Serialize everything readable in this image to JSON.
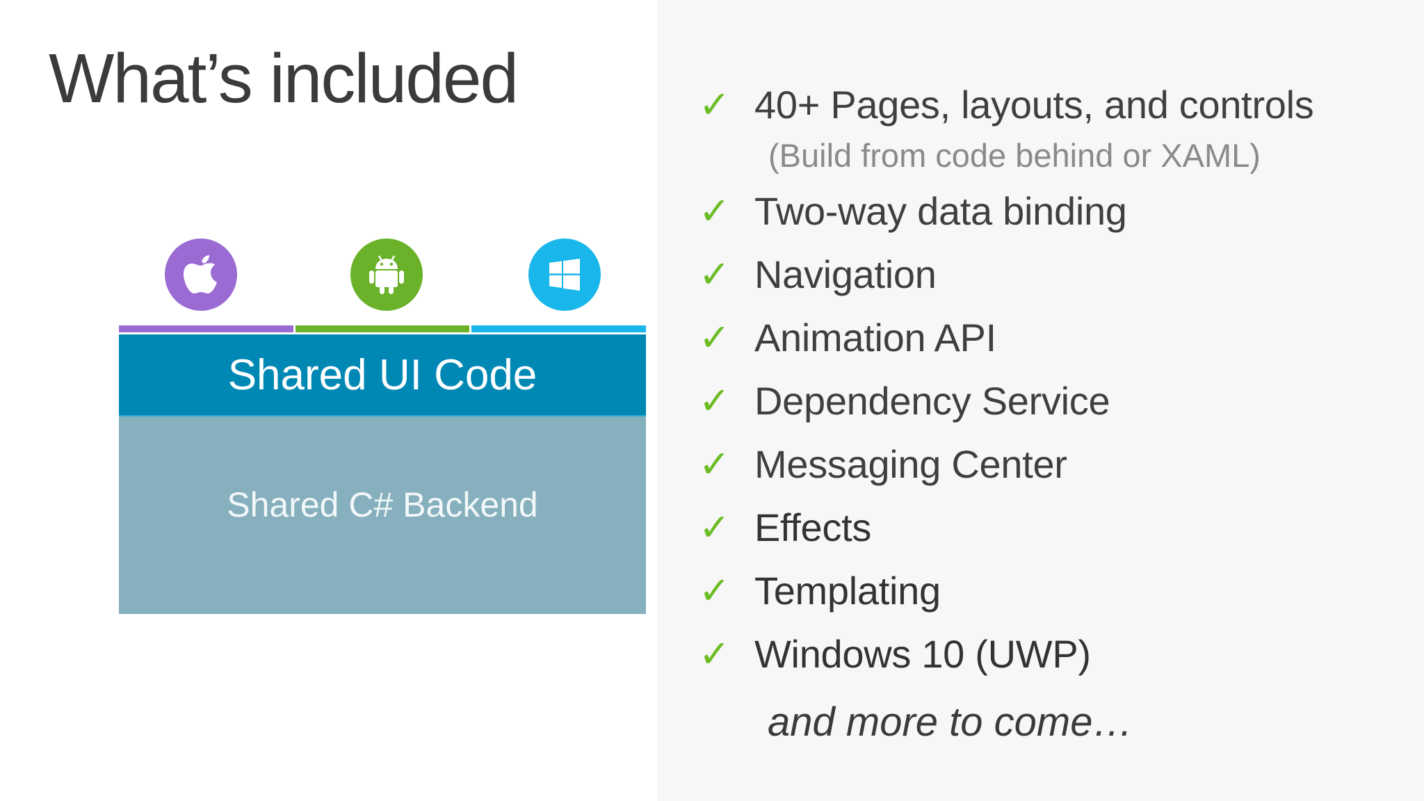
{
  "slide": {
    "title": "What’s included"
  },
  "diagram": {
    "platforms": [
      {
        "name": "apple-icon",
        "color": "#9a6bd2"
      },
      {
        "name": "android-icon",
        "color": "#6ab22a"
      },
      {
        "name": "windows-icon",
        "color": "#18b6ea"
      }
    ],
    "strip_colors": [
      "#9a6bd2",
      "#6ab22a",
      "#18b6ea"
    ],
    "ui_label": "Shared UI Code",
    "ui_color": "#0088b5",
    "backend_label": "Shared C# Backend",
    "backend_color": "#86b0bd"
  },
  "features": {
    "check_glyph": "✓",
    "check_color": "#6cbc24",
    "items": [
      "40+ Pages, layouts, and controls",
      "Two-way data binding",
      "Navigation",
      "Animation API",
      "Dependency Service",
      "Messaging Center",
      "Effects",
      "Templating",
      "Windows 10 (UWP)"
    ],
    "subnote": "(Build from code behind or XAML)",
    "more": "and more to come…"
  }
}
